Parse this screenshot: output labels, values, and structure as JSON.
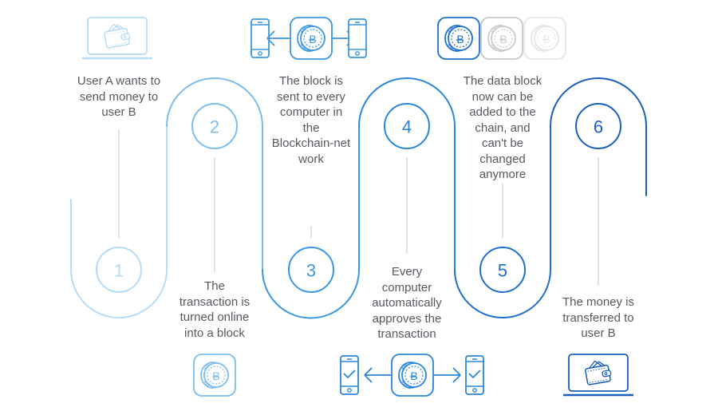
{
  "title": "How a blockchain transaction works",
  "colors": {
    "step1": "#b7dcf6",
    "step2": "#7cbdee",
    "step3": "#3a97e3",
    "step4": "#2a86dc",
    "step5": "#1f6fcc",
    "step6": "#1a5fbd",
    "connector": "#e3e3e3",
    "text": "#555a60",
    "coin_gray": "#c9c9c9",
    "coin_light": "#e6e6e6"
  },
  "steps": [
    {
      "number": "1",
      "caption": "User A wants to\nsend money to\nuser B",
      "icon": "laptop-wallet-icon"
    },
    {
      "number": "2",
      "caption": "The\ntransaction is\nturned online\ninto a block",
      "icon": "bitcoin-coin-icon"
    },
    {
      "number": "3",
      "caption": "The block is\nsent to every\ncomputer in\nthe\nBlockchain-net\nwork",
      "icon": "broadcast-block-icon"
    },
    {
      "number": "4",
      "caption": "Every\ncomputer\nautomatically\napproves the\ntransaction",
      "icon": "approve-phones-icon"
    },
    {
      "number": "5",
      "caption": "The data block\nnow can be\nadded to the\nchain, and\ncan't be\nchanged\nanymore",
      "icon": "coin-chain-icon"
    },
    {
      "number": "6",
      "caption": "The money is\ntransferred to\nuser B",
      "icon": "laptop-wallet-icon"
    }
  ]
}
